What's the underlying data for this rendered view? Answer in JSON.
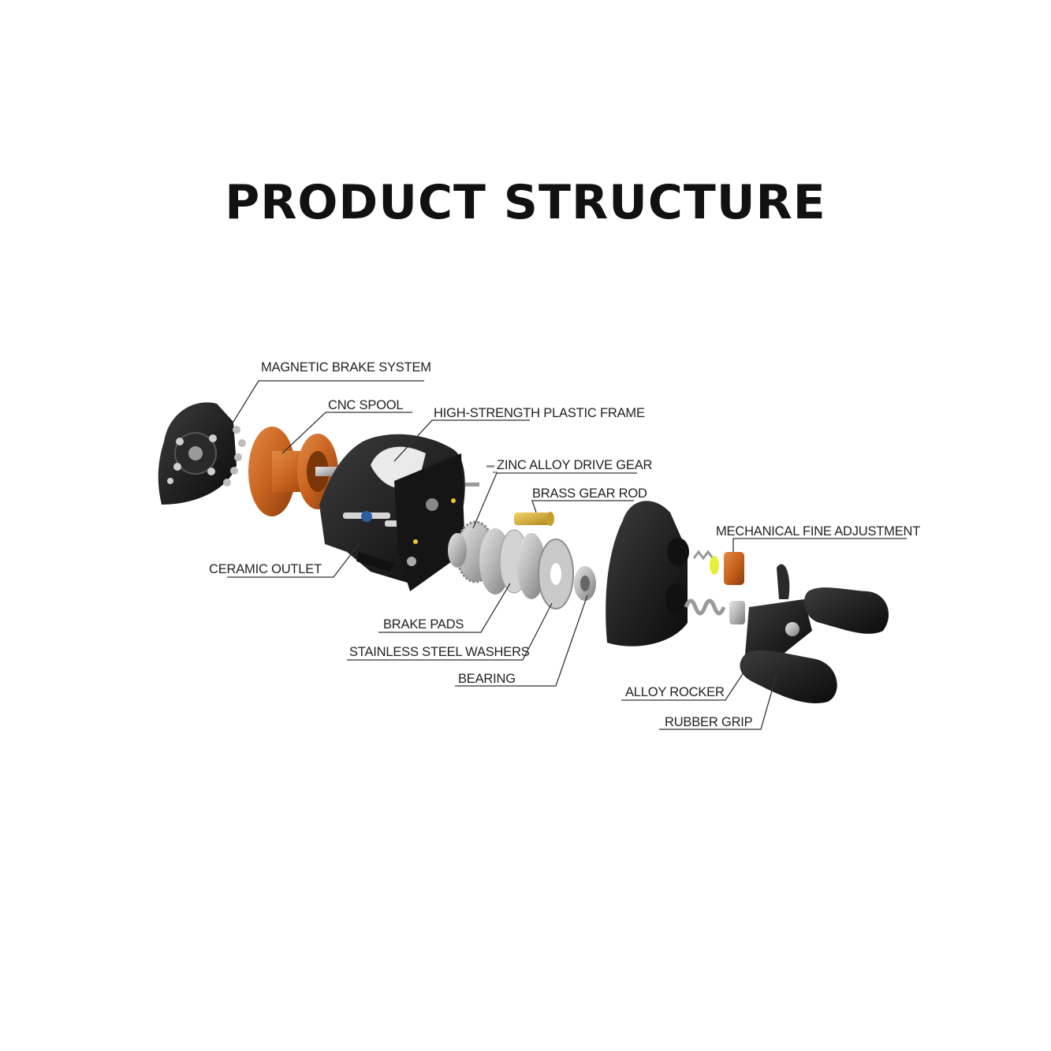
{
  "title": "PRODUCT STRUCTURE",
  "colors": {
    "accent_orange": "#c8621e",
    "body_black": "#222222",
    "brass": "#d9b233",
    "steel": "#b5b5b5",
    "leader_line": "#333333"
  },
  "parts": [
    {
      "id": "magnetic_brake_system",
      "label": "MAGNETIC BRAKE SYSTEM"
    },
    {
      "id": "cnc_spool",
      "label": "CNC SPOOL"
    },
    {
      "id": "plastic_frame",
      "label": "HIGH-STRENGTH PLASTIC FRAME"
    },
    {
      "id": "drive_gear",
      "label": "ZINC ALLOY DRIVE GEAR"
    },
    {
      "id": "brass_gear_rod",
      "label": "BRASS GEAR ROD"
    },
    {
      "id": "fine_adjustment",
      "label": "MECHANICAL FINE ADJUSTMENT"
    },
    {
      "id": "ceramic_outlet",
      "label": "CERAMIC OUTLET"
    },
    {
      "id": "brake_pads",
      "label": "BRAKE PADS"
    },
    {
      "id": "washers",
      "label": "STAINLESS STEEL WASHERS"
    },
    {
      "id": "bearing",
      "label": "BEARING"
    },
    {
      "id": "alloy_rocker",
      "label": "ALLOY ROCKER"
    },
    {
      "id": "rubber_grip",
      "label": "RUBBER GRIP"
    }
  ]
}
